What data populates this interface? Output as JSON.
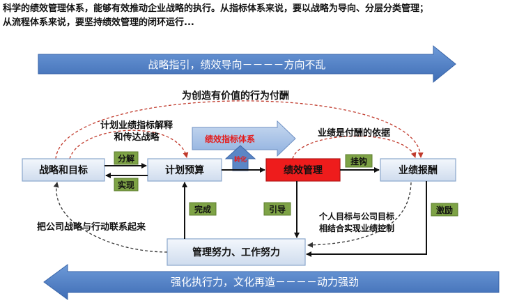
{
  "intro": {
    "line1": "科学的绩效管理体系，能够有效推动企业战略的执行。从指标体系来说，要以战略为导向、分层分类管理；",
    "line2": "从流程体系来说，要坚持绩效管理的闭环运行..."
  },
  "banners": {
    "top": "战略指引，绩效导向－－－－方向不乱",
    "bottom": "强化执行力，文化再造－－－－动力强劲"
  },
  "boxes": {
    "strategy": "战略和目标",
    "plan": "计划预算",
    "performance": "绩效管理",
    "reward": "业绩报酬",
    "effort": "管理努力、工作努力"
  },
  "labels": {
    "value_reward": "为创造有价值的行为付酬",
    "plan_line1": "计划业绩指标解释",
    "plan_line2": "和传达战略",
    "kpi_system": "绩效指标体系",
    "transform": "转化",
    "basis": "业绩是付酬的依据",
    "decompose": "分解",
    "realize": "实现",
    "link": "挂钩",
    "complete": "完成",
    "guide": "引导",
    "incentive": "激励",
    "connect": "把公司战略与行动联系起来",
    "combine_line1": "个人目标与公司目标",
    "combine_line2": "相结合实现业绩控制"
  },
  "colors": {
    "banner_blue": "#4f7fc8",
    "box_fill": "#dde8f5",
    "box_border": "#8aa6cc",
    "performance_red": "#ee1c1c",
    "tag_green": "#7ea346",
    "kpi_arrow": "#a9c1e4",
    "dashed_red": "#c0392b"
  }
}
